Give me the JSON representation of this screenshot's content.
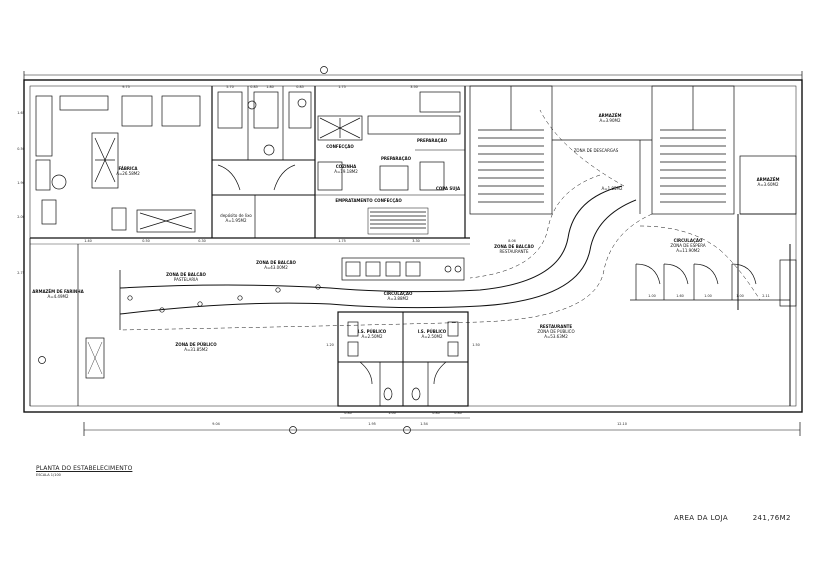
{
  "drawing": {
    "title": "PLANTA DO ESTABELECIMENTO",
    "scale": "ESCALA 1/100",
    "area_label": "AREA DA LOJA",
    "area_value": "241,76M2"
  },
  "rooms": {
    "fabrica": {
      "name": "FÁBRICA",
      "area": "A=26.58M2"
    },
    "cozinha": {
      "name": "COZINHA",
      "area": "A=19.18M2"
    },
    "preparacao": {
      "name": "PREPARAÇÃO"
    },
    "preparacao2": {
      "name": "PREPARAÇÃO"
    },
    "confeccao": {
      "name": "CONFECÇÃO"
    },
    "confeccao2": {
      "name": "CONFECÇÃO"
    },
    "empratamento": {
      "name": "EMPRATAMENTO"
    },
    "copa_suja": {
      "name": "COPA SUJA"
    },
    "deposito": {
      "name": "depósito de lixo",
      "area": "A=1.95M2"
    },
    "armazem_farinha": {
      "name": "ARMAZÉM DE FARINHA",
      "area": "A=4.49M2"
    },
    "zona_balcao_pastelaria": {
      "name": "ZONA DE BALCÃO",
      "sub": "PASTELARIA"
    },
    "zona_balcao": {
      "name": "ZONA DE BALCÃO",
      "area": "A=43.00M2"
    },
    "zona_publico": {
      "name": "ZONA DE PÚBLICO",
      "area": "A=31.85M2"
    },
    "circulacao_wc": {
      "name": "CIRCULAÇÃO",
      "area": "A=3.88M2"
    },
    "is_publico_1": {
      "name": "I.S. PÚBLICO",
      "area": "A=2.50M2"
    },
    "is_publico_2": {
      "name": "I.S. PÚBLICO",
      "area": "A=2.50M2"
    },
    "zona_balcao_restaurante": {
      "name": "ZONA DE BALCÃO",
      "sub": "RESTAURANTE"
    },
    "restaurante": {
      "name": "RESTAURANTE",
      "sub": "ZONA DE PÚBLICO",
      "area": "A=53.63M2"
    },
    "circulacao_espera": {
      "name": "CIRCULAÇÃO",
      "sub": "ZONA DE ESPERA",
      "area": "A=11.90M2"
    },
    "armazem_1": {
      "name": "ARMAZÉM",
      "area": "A=3.90M2"
    },
    "armazem_2": {
      "name": "ARMAZÉM",
      "area": "A=3.60M2"
    },
    "armazem_3": {
      "name": "",
      "area": "A=1.85M2"
    },
    "zona_descargas": {
      "name": "ZONA DE DESCARGAS"
    }
  },
  "dimensions": {
    "top": [
      "9.75",
      "5.70",
      "0.85",
      "1.80",
      "0.85",
      "1.75",
      "3.50"
    ],
    "left_top": [
      "1.65",
      "0.50",
      "1.90",
      "2.00"
    ],
    "bottom": [
      "9.04",
      "1.95",
      "1.54",
      "12.10"
    ],
    "bottom_mid": [
      "0.80",
      "1.00",
      "0.80",
      "0.80"
    ],
    "mid": [
      "1.40",
      "0.50",
      "0.30",
      "1.75",
      "3.30",
      "8.06"
    ],
    "right_mid": [
      "1.00",
      "1.60",
      "1.00",
      "1.00",
      "2.11"
    ],
    "side": [
      "2.75",
      "1.20",
      "1.50"
    ]
  }
}
